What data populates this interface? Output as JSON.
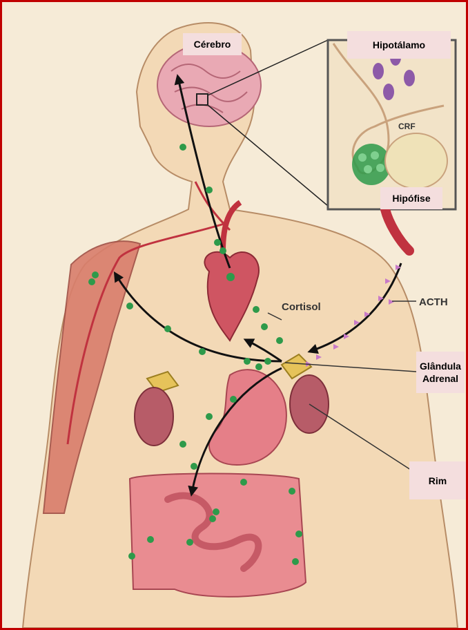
{
  "labels": {
    "cerebro": "Cérebro",
    "hipotalamo": "Hipotálamo",
    "hipofise": "Hipófise",
    "glandula_line1": "Glândula",
    "glandula_line2": "Adrenal",
    "rim": "Rim"
  },
  "art_text": {
    "crf": "CRF",
    "cortisol": "Cortisol",
    "acth": "ACTH"
  },
  "colors": {
    "frame_border": "#c00000",
    "label_background": "#f4dede",
    "hormone_green": "#2e9a4a",
    "acth_pink": "#c87ac8",
    "arrow": "#111111"
  }
}
